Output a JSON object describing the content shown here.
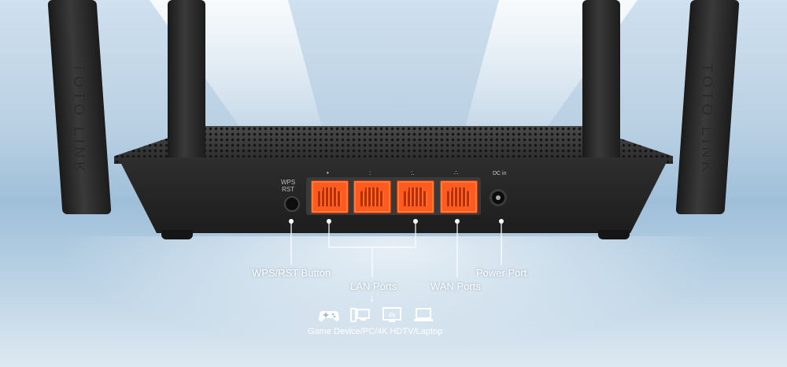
{
  "brand": {
    "name": "TOTO LINK"
  },
  "router_panel": {
    "wps_label_line1": "WPS",
    "wps_label_line2": "RST",
    "dc_label": "DC in",
    "port_numbers": [
      "•",
      ":",
      ":.",
      "∴"
    ],
    "port_color": "#ff5a1f"
  },
  "callouts": {
    "wps_rst": "WPS/RST Button",
    "lan": "LAN Ports",
    "wan": "WAN Ports",
    "power": "Power Port",
    "arrow": "↓",
    "device_caption": "Game Device/PC/4K HDTV/Laptop",
    "device_icons": [
      "gamepad-icon",
      "pc-icon",
      "4k-tv-icon",
      "laptop-icon"
    ],
    "device_4k_text": "4k"
  }
}
